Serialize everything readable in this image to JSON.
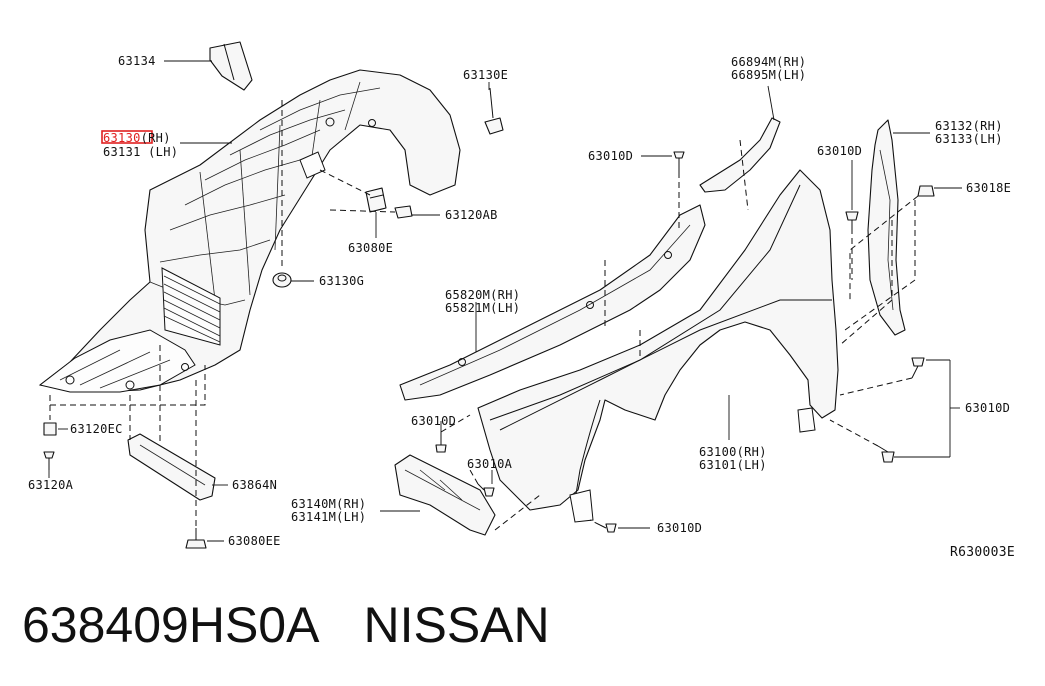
{
  "diagram": {
    "ref_code": "R630003E",
    "labels": {
      "p63134": "63134",
      "p63130_rh": "63130",
      "p63130_rh_side": "(RH)",
      "p63131_lh": "63131 (LH)",
      "p63130e": "63130E",
      "p63120ab": "63120AB",
      "p63080e": "63080E",
      "p63130g": "63130G",
      "p63120ec": "63120EC",
      "p63120a": "63120A",
      "p63864n": "63864N",
      "p63080ee": "63080EE",
      "p66894m": "66894M(RH)",
      "p66895m": "66895M(LH)",
      "p63010d_a": "63010D",
      "p63010d_b": "63010D",
      "p63010d_c": "63010D",
      "p63010d_d": "63010D",
      "p63010d_e": "63010D",
      "p63132": "63132(RH)",
      "p63133": "63133(LH)",
      "p63018e": "63018E",
      "p65820m": "65820M(RH)",
      "p65821m": "65821M(LH)",
      "p63010a": "63010A",
      "p63140m": "63140M(RH)",
      "p63141m": "63141M(LH)",
      "p63100": "63100(RH)",
      "p63101": "63101(LH)"
    },
    "highlight_color": "#e02020"
  },
  "caption": {
    "part_number": "638409HS0A",
    "brand": "NISSAN"
  }
}
